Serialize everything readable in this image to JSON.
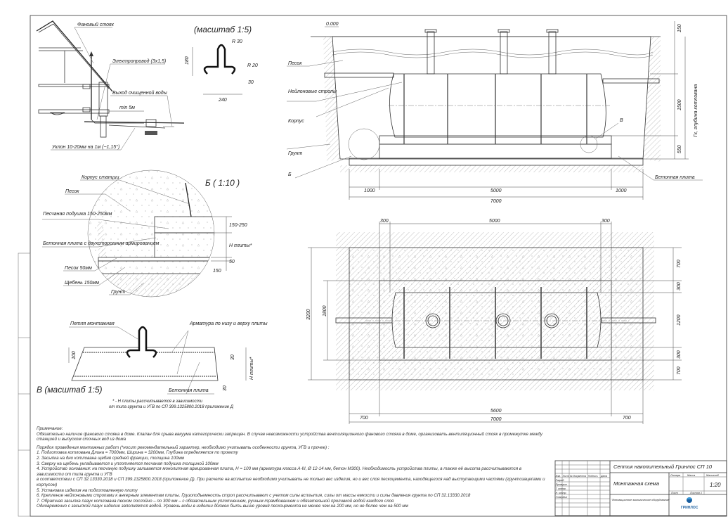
{
  "house_detail": {
    "vent_riser": "Фановый стояк",
    "wire": "Электропровод (3х1,5)",
    "outlet": "Выход очищенной воды",
    "min_dist": "min 5м",
    "slope": "Уклон 10-20мм на 1м (~1,15°)"
  },
  "loop_detail": {
    "title": "(масштаб 1:5)",
    "r30": "R 30",
    "r20": "R 20",
    "h180": "180",
    "w240": "240",
    "d30": "30"
  },
  "section": {
    "level": "0.000",
    "labels": {
      "sand": "Песок",
      "straps": "Нейлоновые стропы",
      "body": "Корпус",
      "soil": "Грунт",
      "b": "Б",
      "v": "В",
      "plate": "Бетонная плита"
    },
    "dims_bottom": [
      "1000",
      "5000",
      "1000"
    ],
    "total": "7000",
    "dims_right": [
      "150",
      "1500",
      "550"
    ],
    "depth_label": "Гк, глубина котлована"
  },
  "detail_b": {
    "title": "Б ( 1:10 )",
    "labels": {
      "body": "Корпус станции",
      "sand": "Песок",
      "cushion": "Песчаная подушка 150-250мм",
      "plate": "Бетонная плита с двухсторонним армированием",
      "sand50": "Песок 50мм",
      "gravel": "Щебень 150мм",
      "soil": "Грунт"
    },
    "dims": [
      "150-250",
      "Н плиты*",
      "50",
      "150"
    ]
  },
  "detail_v": {
    "title": "В (масштаб 1:5)",
    "labels": {
      "loop": "Петля монтажная",
      "rebar": "Арматура по низу и верху плиты",
      "plate": "Бетонная плита"
    },
    "dims": [
      "100",
      "30",
      "30",
      "Н плиты*"
    ],
    "footnote": [
      "* - Н плиты рассчитывается в зависимости",
      "от типа грунта и УГВ по СП 399.1325800.2018 приложение Д"
    ]
  },
  "plan": {
    "dims_top": [
      "300",
      "5000",
      "300"
    ],
    "dims_bottom": [
      "700",
      "5600",
      "700"
    ],
    "total": "7000",
    "dims_left": [
      "3200",
      "1800"
    ],
    "dims_right": [
      "700",
      "300",
      "1200",
      "300",
      "700"
    ]
  },
  "notes": {
    "heading": "Примечание:",
    "lines": [
      "Обязательно наличие фанового стояка в доме. Клапан для срыва вакуума категорически запрещен. В случае невозможности устройства вентиляционного фанового стояка в доме, организовать вентиляционный стояк в промежутке между станцией и выпуском сточных вод из дома",
      "",
      "Порядок проведения монтажных работ (*носит рекомендательный характер, необходимо учитывать особенности грунта, УГВ и прочее) :",
      "1. Подготовка котлована Длина = 7000мм,  Ширина = 3200мм, Глубина определяется по проекту",
      "2. Засыпка на дно котлована щебня средней фракции, толщина 100мм",
      "3. Сверху на щебень укладывается и уплотняется песчаная подушка толщиной 100мм",
      "4. Устройство основания: на песчаную подушку заливается монолитная армированная плита, Н = 100 мм (арматура класса А-III, Ø 12-14 мм, бетон М300). Необходимость устройства плиты, а также её высота рассчитываются в зависимости от типа грунта и УГВ",
      "в соответствии с СП 32.13330.2018 и СП 399.1325800.2018 (приложение Д). При расчете на всплытие  необходимо учитывать не только вес изделия, но и вес слоя пескоцемента, находящегося над выступающими частями (грунтозацепами и корпусом)",
      "5. Установка изделия на подготовленную плиту",
      "6. Крепление нейлоновыми стропами к анкерным элементам плиты. Грузоподъемность строп рассчитывают с учетом силы всплытия, силы от массы емкости и силы давления грунта по СП 32.13330.2018",
      "7. Обратная засыпка пазух котлована песком послойно – по 300 мм – с обязательным уплотнением, ручным трамбованием и обязательной проливкой водой каждого слоя",
      "Одновременно с засыпкой пазух изделие заполняется водой. Уровень воды в изделии должен быть выше уровня пескоцемента не менее чем на 200 мм, но не более чем на 500 мм"
    ]
  },
  "title_block": {
    "product": "Септик накопительный Гринлос СП 10",
    "sheet_name": "Монтажная схема",
    "company": "\"Инновационное экологическое оборудование\"",
    "col_headers": [
      "Литера",
      "Масса",
      "Масштаб"
    ],
    "scale": "1:20",
    "sheet": "Лист",
    "sheets": "Листов 1",
    "row_headers": [
      "Изм.",
      "Лист",
      "№ документа",
      "Подпись",
      "Дата"
    ],
    "roles": [
      "Разраб.",
      "Проверил",
      "Т. контр.",
      "Н. контр.",
      "Утвердил"
    ],
    "logo": "ГРИНЛОС",
    "logo_color": "#1a5fa0"
  }
}
